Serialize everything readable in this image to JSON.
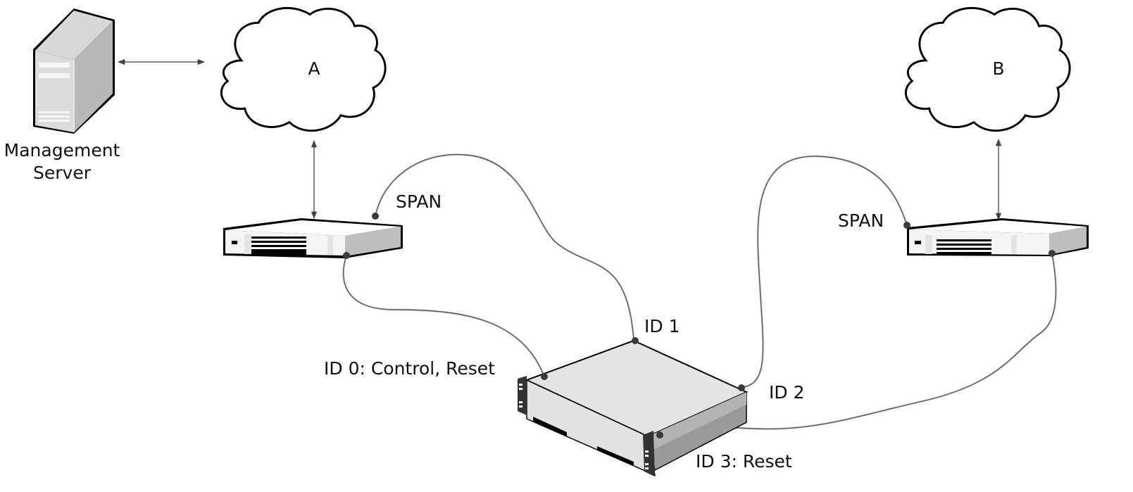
{
  "diagram": {
    "management_server": {
      "label_line1": "Management",
      "label_line2": "Server"
    },
    "clouds": [
      {
        "id": "cloud-a",
        "label": "A"
      },
      {
        "id": "cloud-b",
        "label": "B"
      }
    ],
    "switches": [
      {
        "id": "switch-left",
        "port_label": "SPAN"
      },
      {
        "id": "switch-right",
        "port_label": "SPAN"
      }
    ],
    "appliance": {
      "ports": [
        {
          "id": 0,
          "label": "ID 0: Control, Reset"
        },
        {
          "id": 1,
          "label": "ID 1"
        },
        {
          "id": 2,
          "label": "ID 2"
        },
        {
          "id": 3,
          "label": "ID 3: Reset"
        }
      ]
    },
    "colors": {
      "outline": "#000000",
      "device_light": "#e4e4e4",
      "device_mid": "#bfbfbf",
      "device_dark": "#8c8c8c",
      "cable": "#555555",
      "port_dot": "#3a3a3a"
    }
  }
}
